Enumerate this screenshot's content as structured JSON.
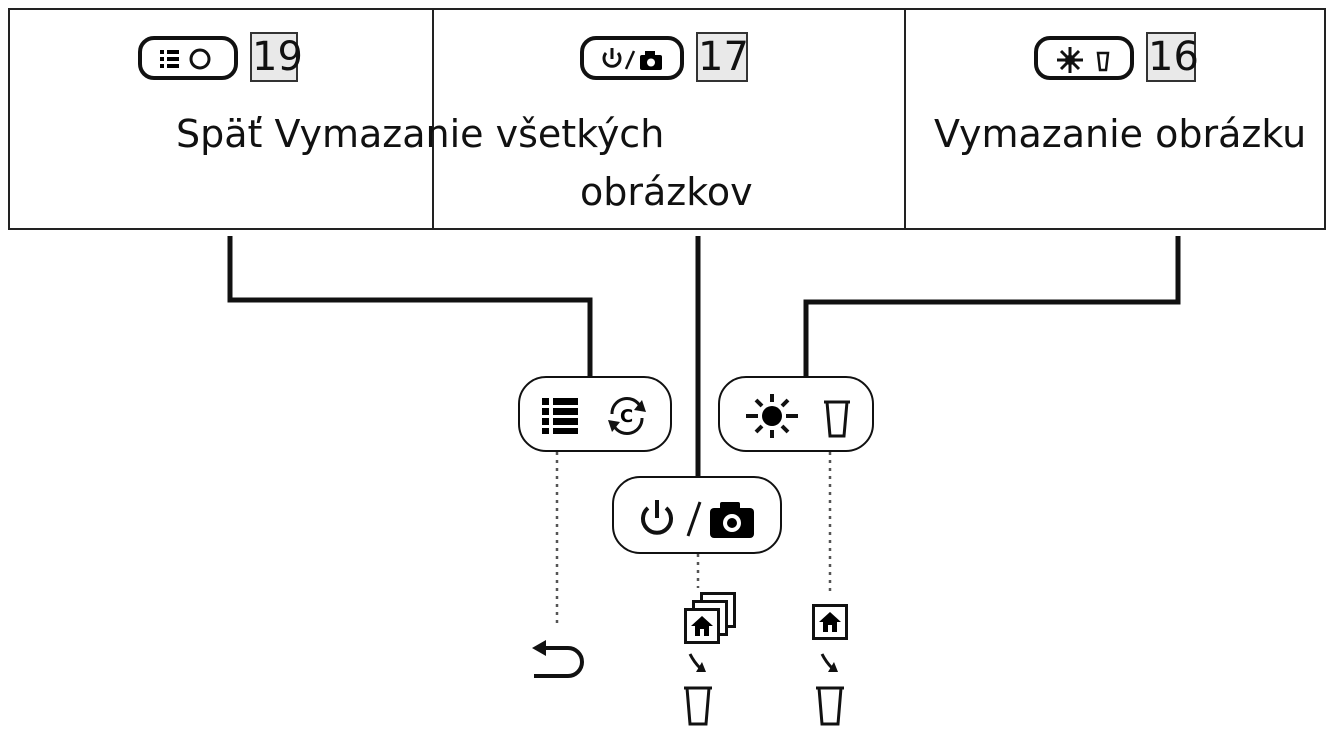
{
  "sections": [
    {
      "number": "19",
      "label": "Späť Vymazanie všetkých"
    },
    {
      "number": "17",
      "label": "obrázkov"
    },
    {
      "number": "16",
      "label": "Vymazanie obrázku"
    }
  ],
  "icons": {
    "mini_19": [
      "list-icon",
      "refresh-icon"
    ],
    "mini_17": [
      "power-icon",
      "camera-icon"
    ],
    "mini_16": [
      "brightness-icon",
      "trash-icon"
    ],
    "buttons": [
      "list-refresh-button",
      "power-camera-button",
      "brightness-trash-button"
    ],
    "results": [
      "back-arrow-icon",
      "home-stack-icon",
      "home-icon",
      "trash-icon"
    ]
  },
  "refresh_letter": "C",
  "slash": "/",
  "colors": {
    "line": "#111111",
    "number_bg": "#e9e9e9"
  }
}
